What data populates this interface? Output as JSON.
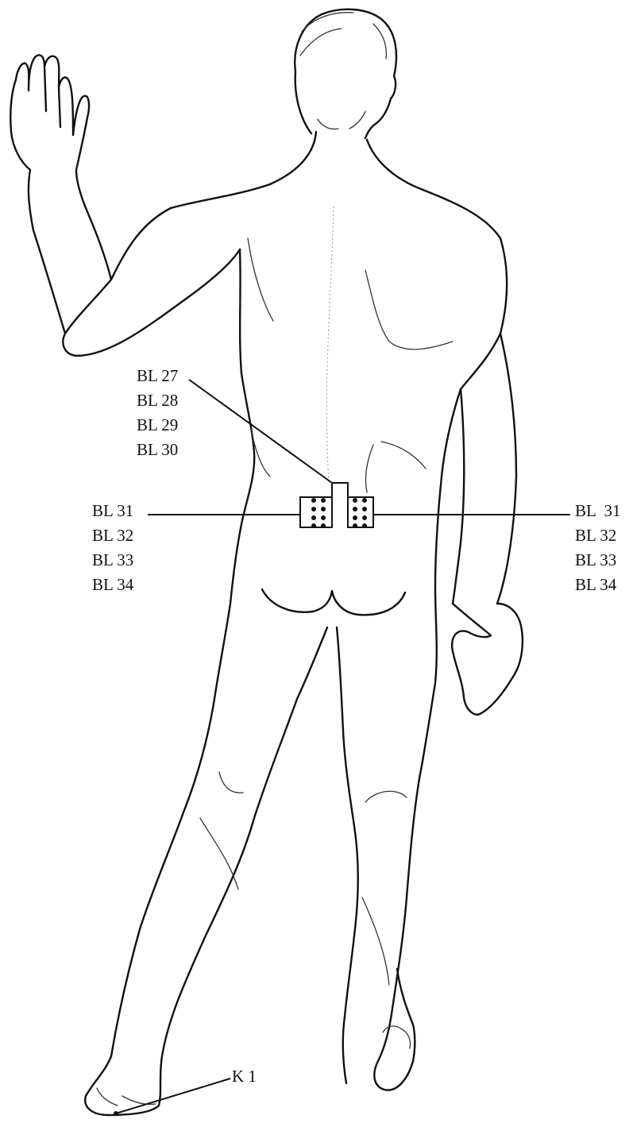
{
  "diagram": {
    "labels": {
      "center_group": [
        "BL 27",
        "BL 28",
        "BL 29",
        "BL 30"
      ],
      "left_group": [
        "BL 31",
        "BL 32",
        "BL 33",
        "BL 34"
      ],
      "right_group": [
        "BL  31",
        "BL 32",
        "BL 33",
        "BL 34"
      ],
      "foot": "K 1"
    },
    "colors": {
      "ink": "#111111",
      "background": "#ffffff"
    }
  }
}
